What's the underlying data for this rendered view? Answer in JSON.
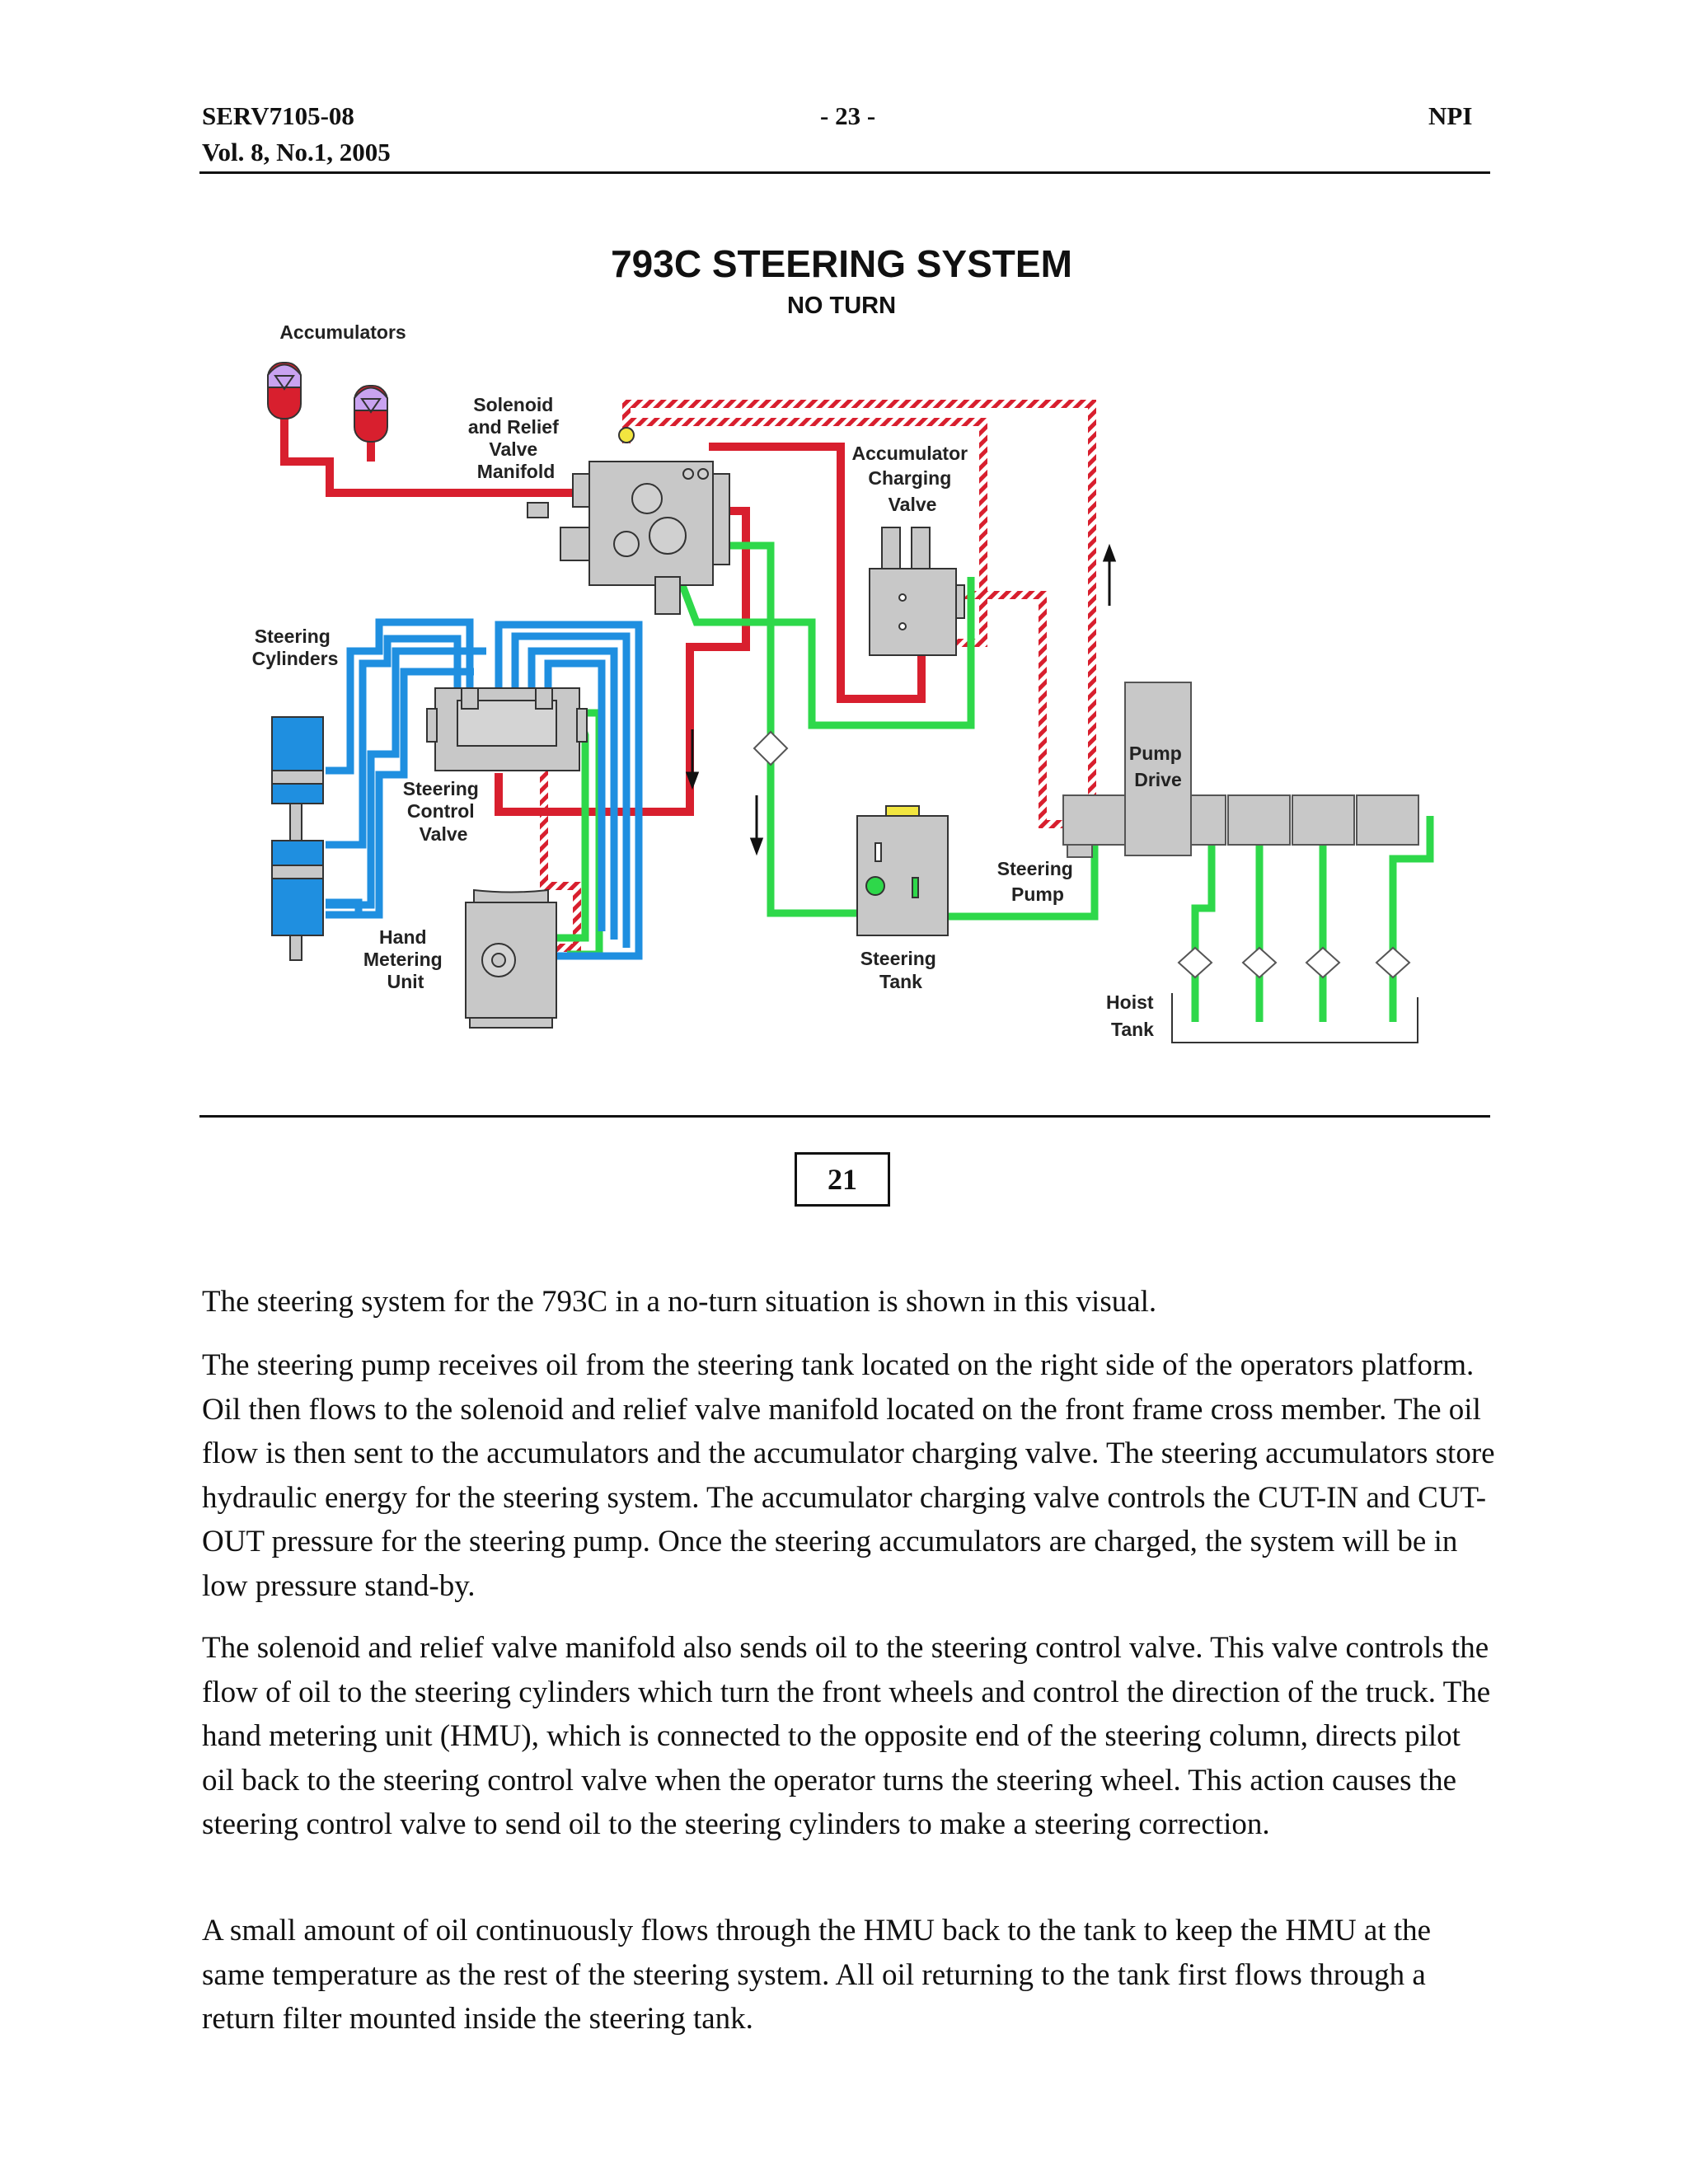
{
  "header": {
    "doc_id": "SERV7105-08",
    "volume": "Vol. 8, No.1, 2005",
    "page_number": "- 23 -",
    "section": "NPI"
  },
  "diagram": {
    "title": "793C STEERING SYSTEM",
    "subtitle": "NO TURN",
    "labels": {
      "accumulators": "Accumulators",
      "solenoid": [
        "Solenoid",
        "and Relief",
        "Valve",
        "Manifold"
      ],
      "accumulator_charging": [
        "Accumulator",
        "Charging",
        "Valve"
      ],
      "steering_cylinders": [
        "Steering",
        "Cylinders"
      ],
      "steering_control": [
        "Steering",
        "Control",
        "Valve"
      ],
      "hand_metering": [
        "Hand",
        "Metering",
        "Unit"
      ],
      "steering_tank": [
        "Steering",
        "Tank"
      ],
      "steering_pump": [
        "Steering",
        "Pump"
      ],
      "pump_drive": [
        "Pump",
        "Drive"
      ],
      "hoist_tank": [
        "Hoist",
        "Tank"
      ]
    },
    "colors": {
      "pressure_red": "#d81f2e",
      "return_green": "#2ed84a",
      "cylinder_blue": "#1f8fe0",
      "component_gray": "#c8c8c8",
      "accumulator_purple": "#c9a3f0"
    }
  },
  "figure_number": "21",
  "body": {
    "paragraphs": [
      "The steering system for the 793C in a no-turn situation is shown in this visual.",
      "The steering pump receives oil from the steering tank located on the right side of the operators platform.  Oil then flows to the solenoid and relief valve manifold located on the front frame cross member.  The oil flow is then sent to the accumulators and the accumulator charging valve. The steering accumulators store hydraulic energy for the steering system.  The accumulator charging valve controls the CUT-IN and CUT-OUT pressure for the steering pump.  Once the steering accumulators are charged, the system will be in low pressure stand-by.",
      "The solenoid and relief valve manifold also sends oil to the steering control valve.  This valve controls the flow of oil to the steering cylinders which turn the front wheels and control the direction of the truck.  The hand metering unit (HMU), which is connected to the opposite end of the steering column, directs pilot oil back to the steering control valve when the operator turns the steering wheel.  This action causes the steering control valve to send oil to the steering cylinders to make a steering correction.",
      "A small amount of oil continuously flows through the HMU back to the tank to keep the HMU at the same temperature as the rest of the steering system.  All oil returning to the tank first flows through a return filter mounted inside the steering tank."
    ]
  }
}
